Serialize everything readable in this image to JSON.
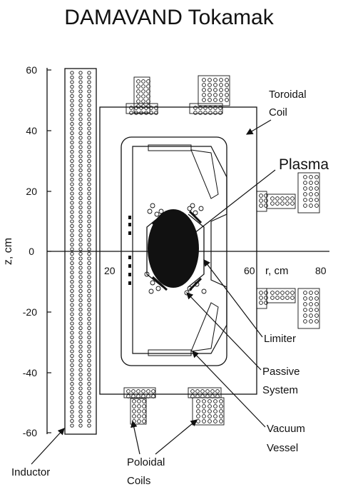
{
  "title": "DAMAVAND Tokamak",
  "axes": {
    "z_label": "z, cm",
    "r_label": "r, cm",
    "z_ticks": [
      "60",
      "40",
      "20",
      "0",
      "-20",
      "-40",
      "-60"
    ],
    "r_ticks": [
      "20",
      "60",
      "80"
    ]
  },
  "labels": {
    "toroidal_coil": [
      "Toroidal",
      "Coil"
    ],
    "plasma": "Plasma",
    "limiter": "Limiter",
    "passive_system": [
      "Passive",
      "System"
    ],
    "vacuum_vessel": [
      "Vacuum",
      "Vessel"
    ],
    "poloidal_coils": [
      "Poloidal",
      "Coils"
    ],
    "inductor": "Inductor"
  },
  "colors": {
    "ink": "#111111",
    "background": "#ffffff"
  }
}
